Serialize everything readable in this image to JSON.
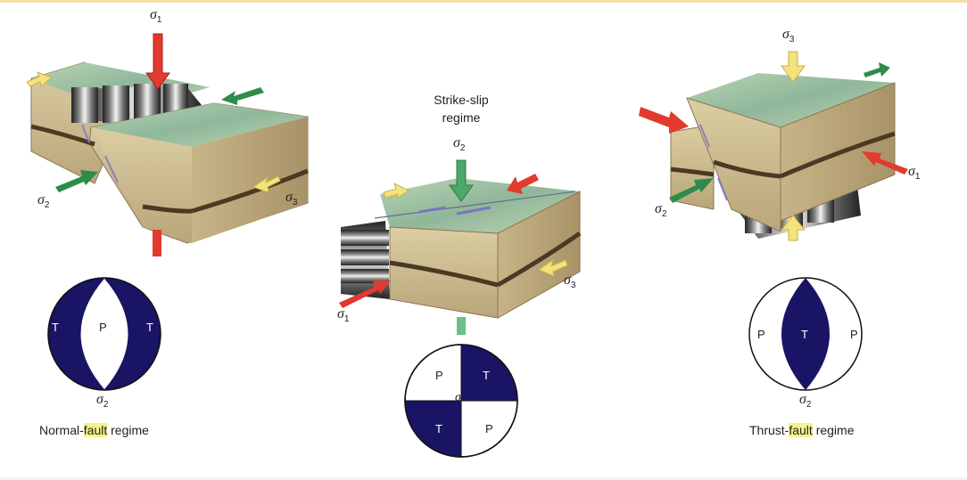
{
  "panels": {
    "normal": {
      "sigma1": "σ",
      "sigma1_sub": "1",
      "sigma2": "σ",
      "sigma2_sub": "2",
      "sigma3": "σ",
      "sigma3_sub": "3",
      "beachball": {
        "left": "T",
        "center": "P",
        "right": "T",
        "bottom": "σ",
        "bottom_sub": "2"
      },
      "caption_prefix": "Normal-",
      "caption_highlight": "fault",
      "caption_suffix": " regime"
    },
    "strikeslip": {
      "title_line1": "Strike-slip",
      "title_line2": "regime",
      "sigma1": "σ",
      "sigma1_sub": "1",
      "sigma2": "σ",
      "sigma2_sub": "2",
      "sigma3": "σ",
      "sigma3_sub": "3",
      "beachball": {
        "tl": "P",
        "tr": "T",
        "bl": "T",
        "br": "P",
        "center": "σ"
      }
    },
    "thrust": {
      "sigma1": "σ",
      "sigma1_sub": "1",
      "sigma2": "σ",
      "sigma2_sub": "2",
      "sigma3": "σ",
      "sigma3_sub": "3",
      "beachball": {
        "left": "P",
        "center": "T",
        "right": "P",
        "bottom": "σ",
        "bottom_sub": "2"
      },
      "caption_prefix": "Thrust-",
      "caption_highlight": "fault",
      "caption_suffix": " regime"
    }
  },
  "colors": {
    "navy": "#1a1464",
    "red_arrow": "#e23a2e",
    "green_arrow": "#2f8b4a",
    "yellow_arrow": "#f4e27a",
    "block_face": "#d2c195",
    "block_top": "#a9c4a8",
    "layer": "#4a3a24"
  }
}
